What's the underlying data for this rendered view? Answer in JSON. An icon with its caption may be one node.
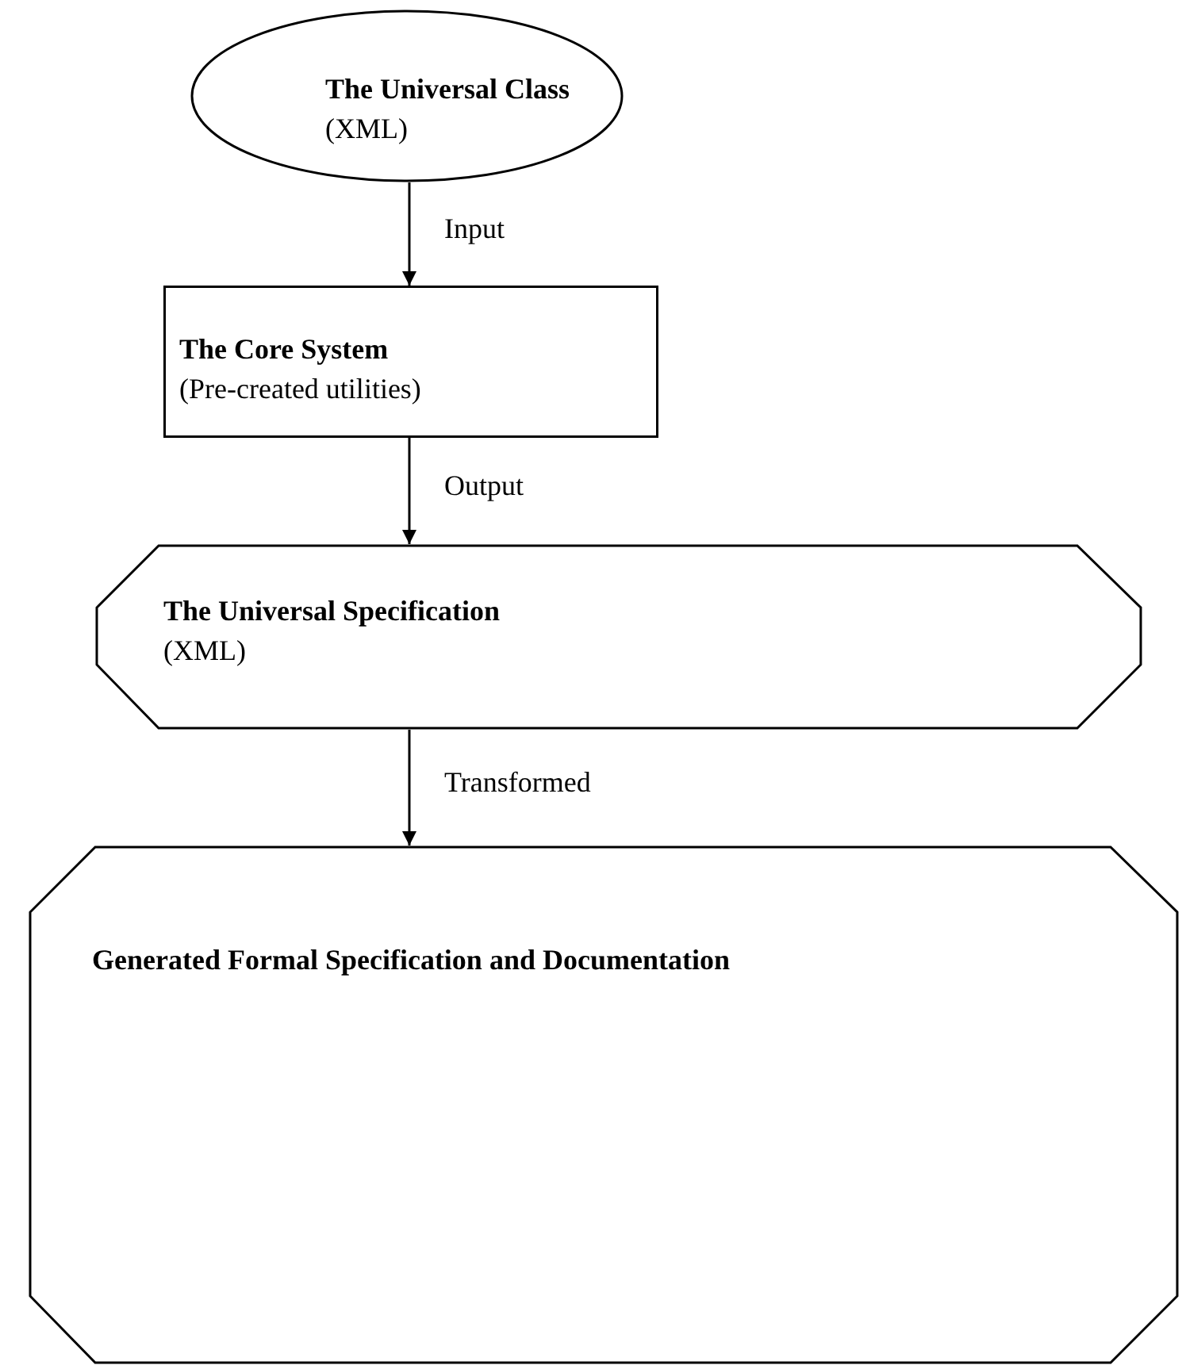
{
  "diagram": {
    "nodes": [
      {
        "text": [
          "The Universal Class",
          "(XML)"
        ]
      },
      {
        "text": [
          "The Core System",
          "(Pre-created utilities)"
        ]
      },
      {
        "text": [
          "The Universal Specification",
          "(XML)"
        ]
      },
      {
        "text": [
          "Generated Formal Specification and Documentation"
        ]
      }
    ],
    "edges": [
      {
        "from": 0,
        "to": 1,
        "arrow": "to",
        "label": "Input"
      },
      {
        "from": 1,
        "to": 2,
        "arrow": "to",
        "label": "Output"
      },
      {
        "from": 2,
        "to": 3,
        "arrow": "to",
        "label": "Transformed"
      }
    ]
  }
}
